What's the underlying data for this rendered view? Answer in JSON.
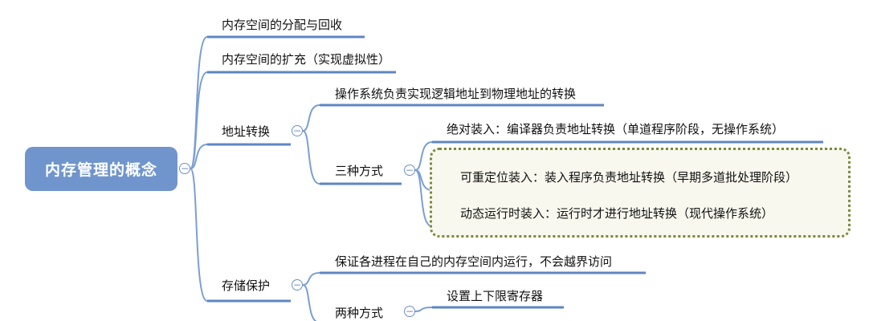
{
  "colors": {
    "root_fill": "#6f95cc",
    "link": "#7b9fd2",
    "underline": "#5f86c2",
    "toggle": "#6f8fc8",
    "group_fill": "#f8f8ef",
    "group_border": "#7a8a3a"
  },
  "root": {
    "label": "内存管理的概念"
  },
  "nodes": {
    "alloc": "内存空间的分配与回收",
    "expand": "内存空间的扩充（实现虚拟性）",
    "addr": "地址转换",
    "addr_os": "操作系统负责实现逻辑地址到物理地址的转换",
    "three": "三种方式",
    "absolute": "绝对装入：编译器负责地址转换（单道程序阶段，无操作系统）",
    "relocatable": "可重定位装入：装入程序负责地址转换（早期多道批处理阶段）",
    "dynamic": "动态运行时装入：运行时才进行地址转换（现代操作系统）",
    "protect": "存储保护",
    "protect_desc": "保证各进程在自己的内存空间内运行，不会越界访问",
    "two": "两种方式",
    "limits": "设置上下限寄存器"
  },
  "icons": {
    "collapse": "collapse-minus-icon"
  }
}
